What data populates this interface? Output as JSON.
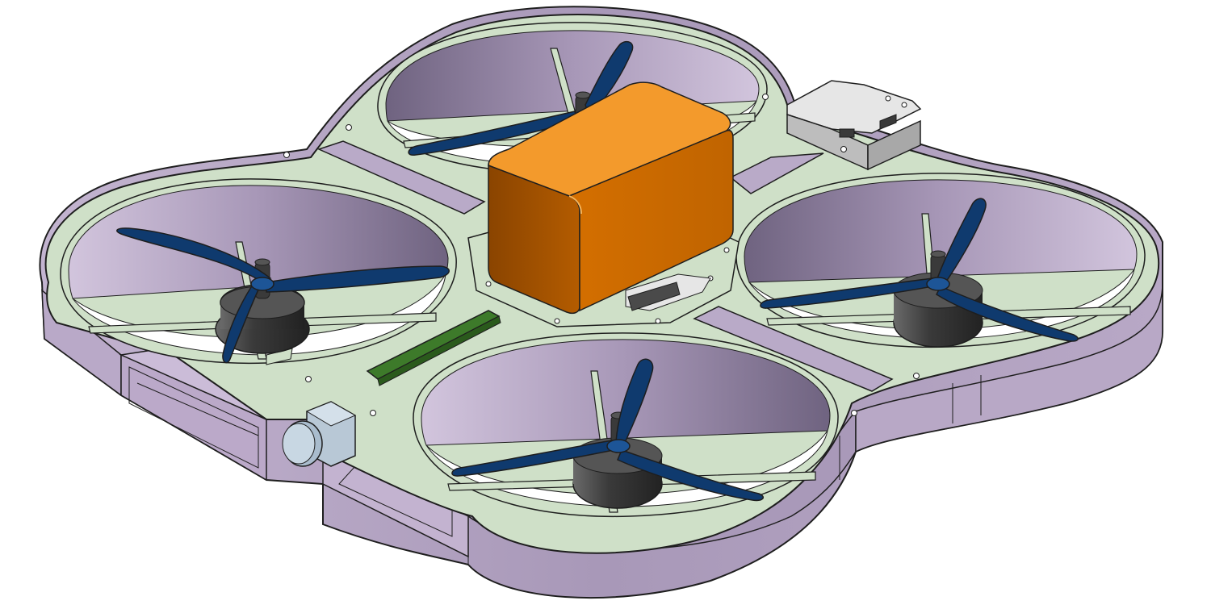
{
  "scene": {
    "subject": "quadcopter-drone-cad-render",
    "colors": {
      "background": "#ffffff",
      "frame_top": "#cfe0c8",
      "frame_wall": "#b8a8c6",
      "frame_wall_dark": "#8d7f9c",
      "frame_wall_light": "#d6c9e0",
      "outline": "#1e1e1e",
      "propeller": "#0f3a6e",
      "propeller_light": "#1d5597",
      "motor": "#3a3a3a",
      "motor_light": "#616161",
      "battery": "#e07b00",
      "battery_dark": "#a85500",
      "battery_light": "#f39a2c",
      "module": "#d9d9d9",
      "module_dark": "#a8a8a8",
      "camera": "#b8c8d6",
      "pcb": "#3d7a2a",
      "connector": "#4a4a4a"
    },
    "components": [
      "frame",
      "propeller-front",
      "propeller-left",
      "propeller-right",
      "propeller-back",
      "battery",
      "receiver-module",
      "camera",
      "pcb-strip",
      "connector"
    ]
  }
}
